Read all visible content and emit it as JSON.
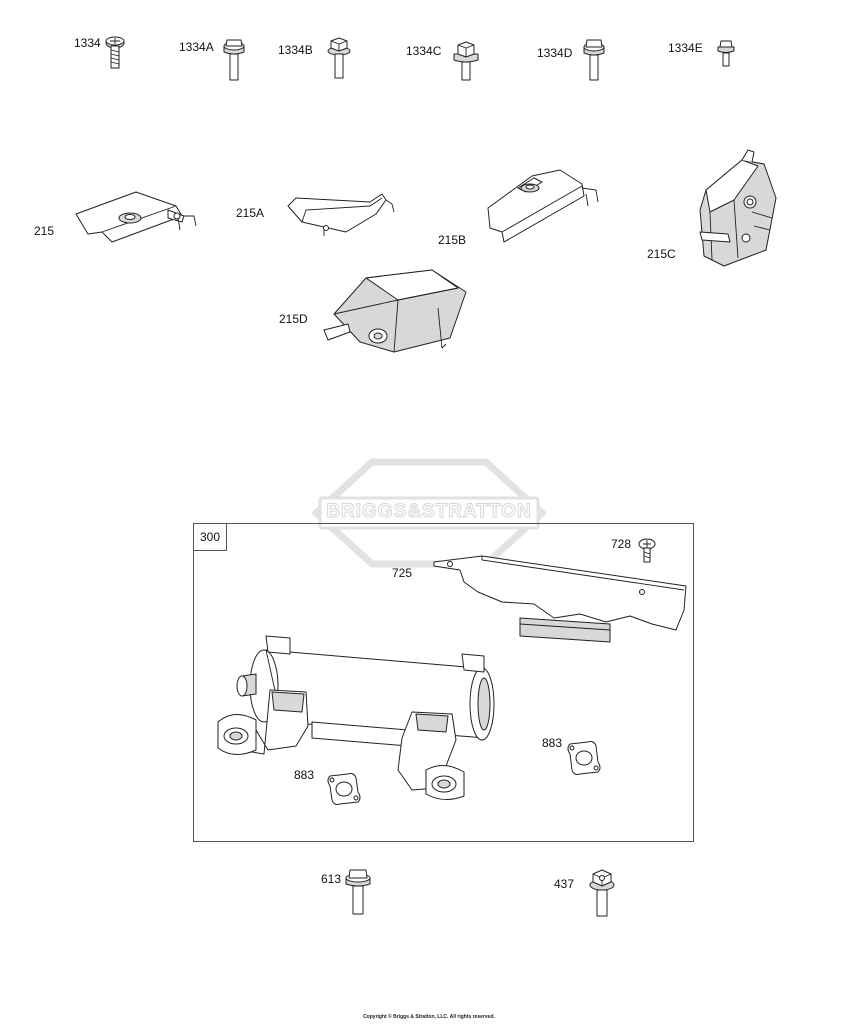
{
  "labels": {
    "p1334": "1334",
    "p1334a": "1334A",
    "p1334b": "1334B",
    "p1334c": "1334C",
    "p1334d": "1334D",
    "p1334e": "1334E",
    "p215": "215",
    "p215a": "215A",
    "p215b": "215B",
    "p215c": "215C",
    "p215d": "215D",
    "p300": "300",
    "p728": "728",
    "p725": "725",
    "p883a": "883",
    "p883b": "883",
    "p613": "613",
    "p437": "437"
  },
  "watermark": "BRIGGS&STRATTON",
  "copyright": "Copyright © Briggs & Stratton, LLC. All rights reserved."
}
